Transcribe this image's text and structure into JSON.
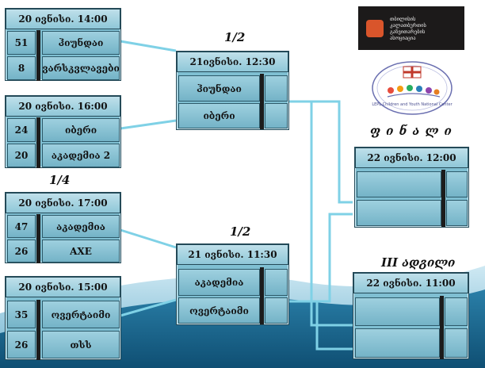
{
  "colors": {
    "box_fill": "#7fbfd2",
    "header_fill": "#bfe0ea",
    "connector": "#7fd1e6",
    "background_wave": "#1f6f96"
  },
  "round_labels": {
    "quarter": "1/4",
    "semi_top": "1/2",
    "semi_bottom": "1/2",
    "final": "ფ ი ნ ა ლ ი",
    "third_place": "III ადგილი"
  },
  "matches": {
    "qf1": {
      "date": "20 ივნისი. 14:00",
      "teams": [
        {
          "score": "51",
          "name": "ჰიუნდაი"
        },
        {
          "score": "8",
          "name": "ვარსკვლავები"
        }
      ]
    },
    "qf2": {
      "date": "20 ივნისი. 16:00",
      "teams": [
        {
          "score": "24",
          "name": "იბერი"
        },
        {
          "score": "20",
          "name": "აკადემია 2"
        }
      ]
    },
    "qf3": {
      "date": "20 ივნისი. 17:00",
      "teams": [
        {
          "score": "47",
          "name": "აკადემია"
        },
        {
          "score": "26",
          "name": "AXE"
        }
      ]
    },
    "qf4": {
      "date": "20 ივნისი. 15:00",
      "teams": [
        {
          "score": "35",
          "name": "ოვერტაიმი"
        },
        {
          "score": "26",
          "name": "თსს"
        }
      ]
    },
    "sf1": {
      "date": "21ივნისი. 12:30",
      "teams": [
        {
          "score": "",
          "name": "ჰიუნდაი"
        },
        {
          "score": "",
          "name": "იბერი"
        }
      ]
    },
    "sf2": {
      "date": "21 ივნისი. 11:30",
      "teams": [
        {
          "score": "",
          "name": "აკადემია"
        },
        {
          "score": "",
          "name": "ოვერტაიმი"
        }
      ]
    },
    "final": {
      "date": "22 ივნისი. 12:00",
      "teams": [
        {
          "score": "",
          "name": ""
        },
        {
          "score": "",
          "name": ""
        }
      ]
    },
    "third": {
      "date": "22 ივნისი. 11:00",
      "teams": [
        {
          "score": "",
          "name": ""
        },
        {
          "score": "",
          "name": ""
        }
      ]
    }
  },
  "logos": {
    "top_logo_icon": "bracket-emblem-icon",
    "top_logo_text": "თბილისის\nკალათბურთის\nგანვითარების\nასოციაცია",
    "bottom_logo_icon": "children-youth-center-logo",
    "bottom_logo_text": "LEPL Children and Youth National Center"
  }
}
